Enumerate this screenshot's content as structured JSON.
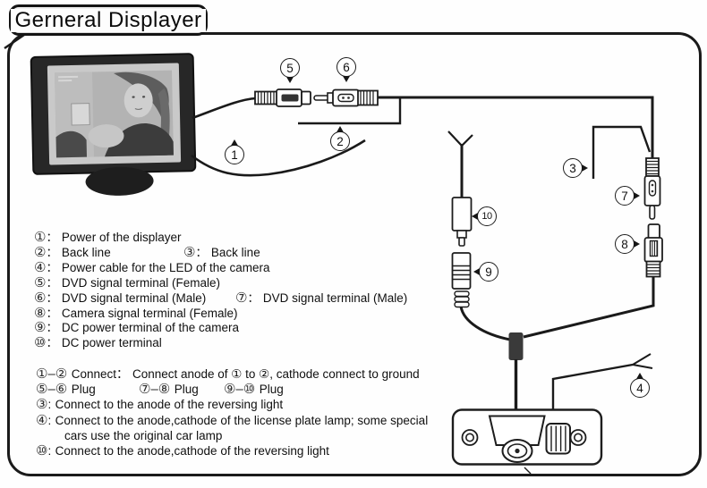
{
  "title": "Gerneral Displayer",
  "colors": {
    "line_art": "#1a1a1a",
    "tab_fill": "#e4e4e4",
    "monitor_frame": "#272727",
    "background": "#fefefe"
  },
  "callouts": {
    "c1": "1",
    "c2": "2",
    "c3": "3",
    "c4": "4",
    "c5": "5",
    "c6": "6",
    "c7": "7",
    "c8": "8",
    "c9": "9",
    "c10": "10"
  },
  "legend": {
    "sep": "：",
    "items": [
      {
        "num": "①",
        "text": "Power of the displayer"
      },
      {
        "num": "②",
        "text": "Back line"
      },
      {
        "num": "③",
        "text": "Back line"
      },
      {
        "num": "④",
        "text": "Power cable for the LED of the camera"
      },
      {
        "num": "⑤",
        "text": "DVD signal terminal (Female)"
      },
      {
        "num": "⑥",
        "text": "DVD signal terminal (Male)"
      },
      {
        "num": "⑦",
        "text": "DVD signal terminal (Male)"
      },
      {
        "num": "⑧",
        "text": "Camera signal terminal (Female)"
      },
      {
        "num": "⑨",
        "text": "DC power terminal of the camera"
      },
      {
        "num": "⑩",
        "text": "DC power terminal"
      }
    ]
  },
  "notes": {
    "connect": {
      "pair": "①–②",
      "verb": "Connect：",
      "desc": "Connect anode of ① to ②, cathode connect to ground"
    },
    "plugs": [
      {
        "pair": "⑤–⑥",
        "verb": "Plug"
      },
      {
        "pair": "⑦–⑧",
        "verb": "Plug"
      },
      {
        "pair": "⑨–⑩",
        "verb": "Plug"
      }
    ],
    "n3": {
      "num": "③",
      "sep": ":",
      "text": "Connect to the anode of the reversing light"
    },
    "n4": {
      "num": "④",
      "sep": ":",
      "text": "Connect to the anode,cathode of the license plate lamp; some special"
    },
    "n4_cont": "cars use the original car lamp",
    "n10": {
      "num": "⑩",
      "sep": ":",
      "text": "Connect to the anode,cathode of the reversing light"
    }
  }
}
